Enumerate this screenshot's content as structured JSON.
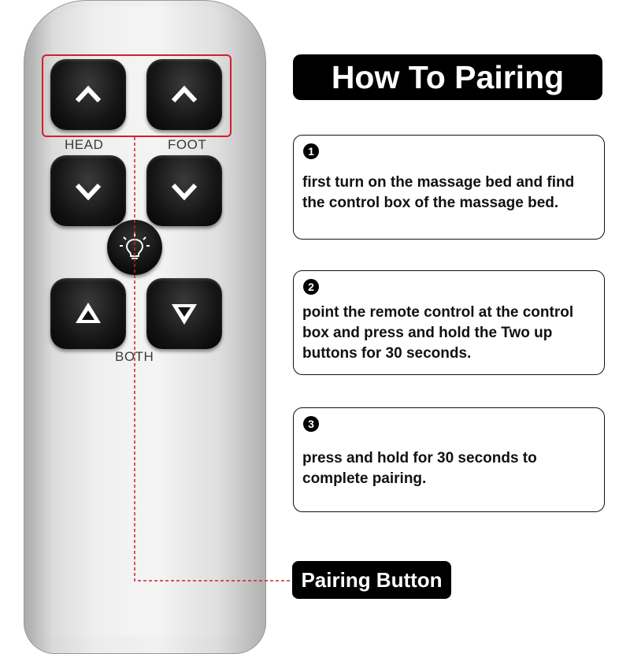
{
  "title": "How To Pairing",
  "steps": [
    {
      "number": "1",
      "text": "first turn on the massage bed and find the control box of the massage bed."
    },
    {
      "number": "2",
      "text": "point the remote control at the control box and press and hold the Two up buttons for 30 seconds."
    },
    {
      "number": "3",
      "text": "press and hold for 30 seconds to complete pairing."
    }
  ],
  "callout": "Pairing Button",
  "remote": {
    "labels": {
      "head": "HEAD",
      "foot": "FOOT",
      "both": "BOTH"
    },
    "buttons": {
      "head_up": "chevron-up-icon",
      "foot_up": "chevron-up-icon",
      "head_down": "chevron-down-icon",
      "foot_down": "chevron-down-icon",
      "light": "light-bulb-icon",
      "both_up": "triangle-up-icon",
      "both_down": "triangle-down-icon"
    }
  },
  "colors": {
    "highlight": "#d51f2a",
    "button": "#111111",
    "remote_body": "#e6e6e6",
    "pill": "#000000"
  }
}
